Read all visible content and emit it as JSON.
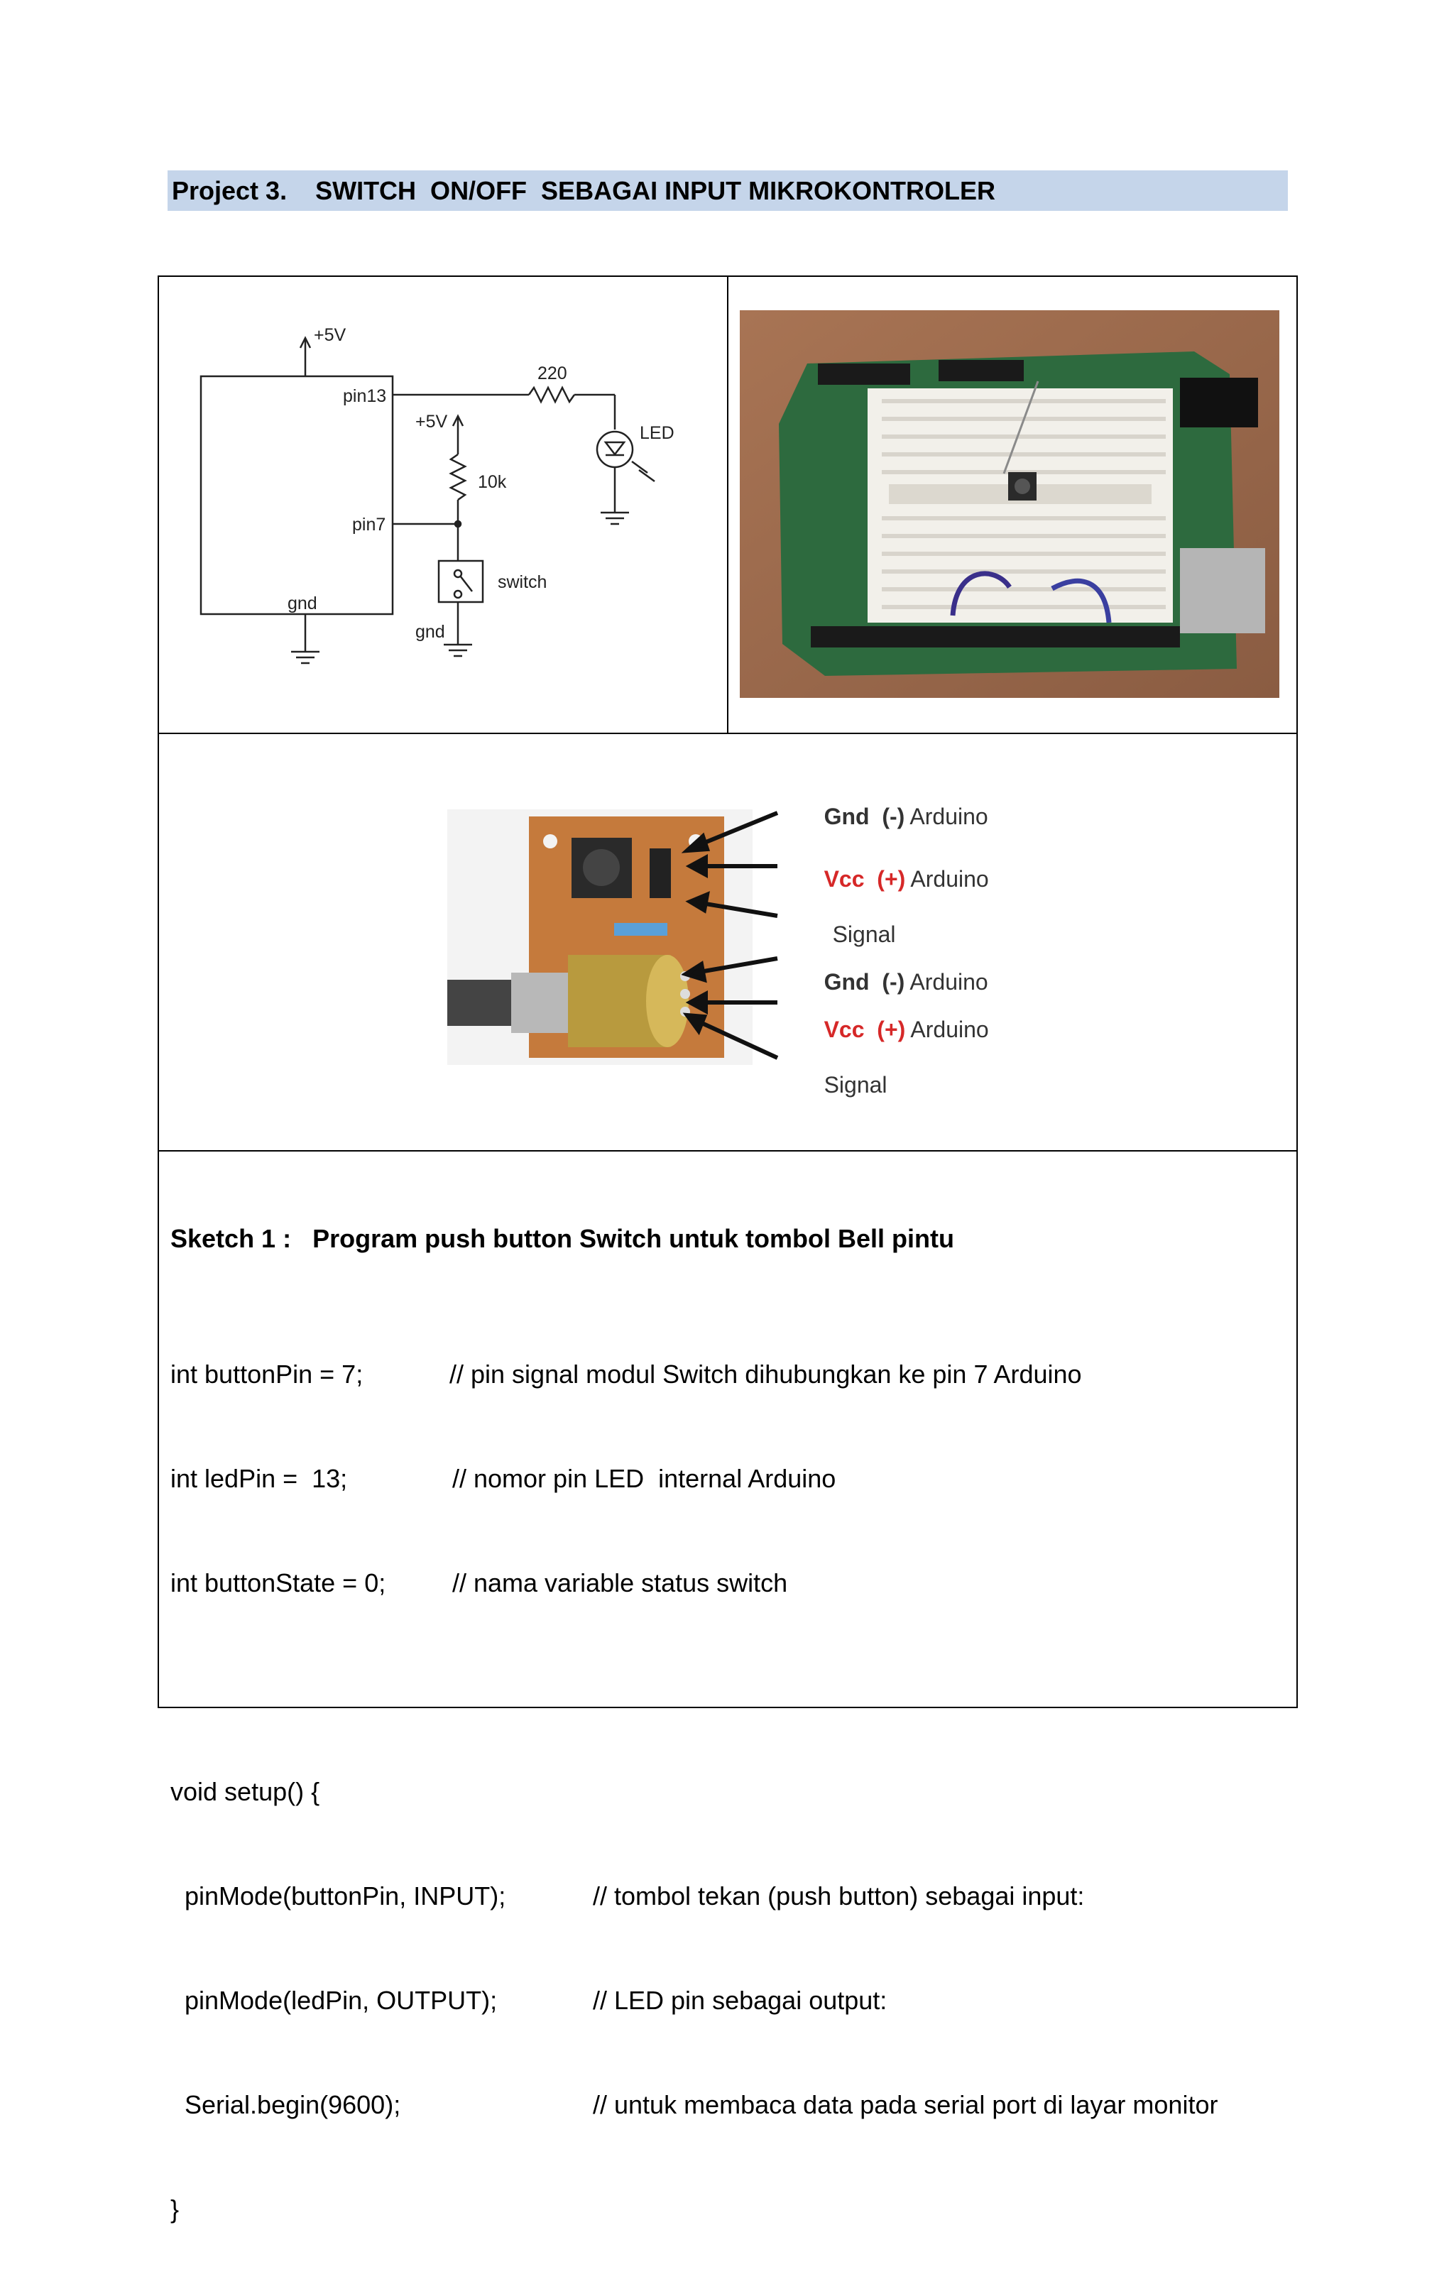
{
  "header": {
    "title": "Project 3.    SWITCH  ON/OFF  SEBAGAI INPUT MIKROKONTROLER"
  },
  "schematic": {
    "labels": {
      "vcc_top": "+5V",
      "pin13": "pin13",
      "pin7": "pin7",
      "gnd_left": "gnd",
      "vcc_mid": "+5V",
      "resistor_220": "220",
      "led": "LED",
      "resistor_10k": "10k",
      "switch": "switch",
      "gnd_switch": "gnd"
    }
  },
  "module_labels": [
    {
      "gnd_or_vcc": "Gnd",
      "pol": "(-)",
      "board": "Arduino",
      "color": "#333333"
    },
    {
      "gnd_or_vcc": "Vcc",
      "pol": "(+)",
      "board": "Arduino",
      "color": "#d62828"
    },
    {
      "gnd_or_vcc": "Signal",
      "pol": "",
      "board": "",
      "color": "#333333"
    },
    {
      "gnd_or_vcc": "Gnd",
      "pol": "(-)",
      "board": "Arduino",
      "color": "#333333"
    },
    {
      "gnd_or_vcc": "Vcc",
      "pol": "(+)",
      "board": "Arduino",
      "color": "#d62828"
    },
    {
      "gnd_or_vcc": "Signal",
      "pol": "",
      "board": "",
      "color": "#333333"
    }
  ],
  "sketch": {
    "title": "Sketch 1 :   Program push button Switch untuk tombol Bell pintu",
    "vars": [
      {
        "code": "int buttonPin = 7;",
        "comment": "// pin signal modul Switch dihubungkan ke pin 7 Arduino"
      },
      {
        "code": "int ledPin =  13;",
        "comment": "// nomor pin LED  internal Arduino"
      },
      {
        "code": "int buttonState = 0;",
        "comment": "// nama variable status switch"
      }
    ],
    "setup_open": "void setup() {",
    "setup": [
      {
        "code": "  pinMode(buttonPin, INPUT);",
        "comment": "// tombol tekan (push button) sebagai input:"
      },
      {
        "code": "  pinMode(ledPin, OUTPUT);",
        "comment": "// LED pin sebagai output:"
      },
      {
        "code": "  Serial.begin(9600);",
        "comment": "// untuk membaca data pada serial port di layar monitor"
      }
    ],
    "setup_close": "}"
  }
}
